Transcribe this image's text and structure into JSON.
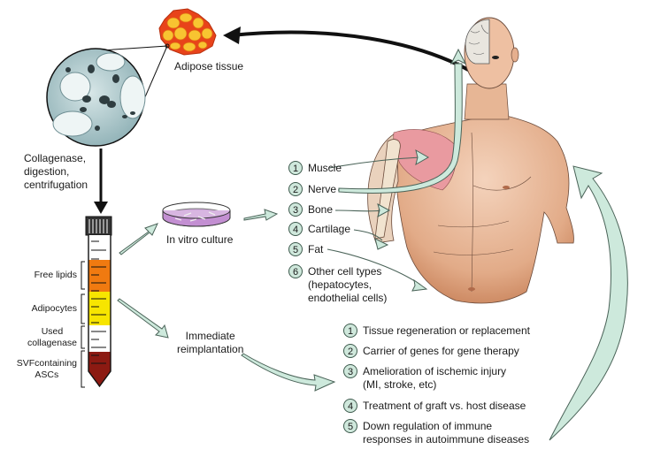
{
  "labels": {
    "adipose_tissue": "Adipose tissue",
    "digestion_step": [
      "Collagenase,",
      "digestion,",
      "centrifugation"
    ],
    "in_vitro_culture": "In vitro culture",
    "immediate_reimplantation": [
      "Immediate",
      "reimplantation"
    ]
  },
  "tube_layers": [
    {
      "label": [
        "Free lipids"
      ],
      "color": "#f07a10"
    },
    {
      "label": [
        "Adipocytes"
      ],
      "color": "#f7e500"
    },
    {
      "label": [
        "Used",
        "collagenase"
      ],
      "color": "#ffffff"
    },
    {
      "label": [
        "SVFcontaining",
        "ASCs"
      ],
      "color": "#8c1a12"
    }
  ],
  "differentiation_list": [
    {
      "num": "1",
      "text": [
        "Muscle"
      ]
    },
    {
      "num": "2",
      "text": [
        "Nerve"
      ]
    },
    {
      "num": "3",
      "text": [
        "Bone"
      ]
    },
    {
      "num": "4",
      "text": [
        "Cartilage"
      ]
    },
    {
      "num": "5",
      "text": [
        "Fat"
      ]
    },
    {
      "num": "6",
      "text": [
        "Other cell types",
        "(hepatocytes,",
        "endothelial cells)"
      ]
    }
  ],
  "applications_list": [
    {
      "num": "1",
      "text": [
        "Tissue regeneration or replacement"
      ]
    },
    {
      "num": "2",
      "text": [
        "Carrier of genes for gene therapy"
      ]
    },
    {
      "num": "3",
      "text": [
        "Amelioration of ischemic injury",
        "(MI, stroke, etc)"
      ]
    },
    {
      "num": "4",
      "text": [
        "Treatment of graft vs. host disease"
      ]
    },
    {
      "num": "5",
      "text": [
        "Down regulation of immune",
        "responses in autoimmune diseases"
      ]
    }
  ],
  "colors": {
    "arrow_fill": "#cde9dc",
    "arrow_stroke": "#4a6358",
    "skin": "#e9b99a",
    "skin_shade": "#c98660",
    "muscle": "#e99aa0",
    "adipose_outer": "#e8431a",
    "adipose_inner": "#f8c431",
    "histology": "#b9d0d3",
    "culture_medium": "#b57bc6"
  }
}
